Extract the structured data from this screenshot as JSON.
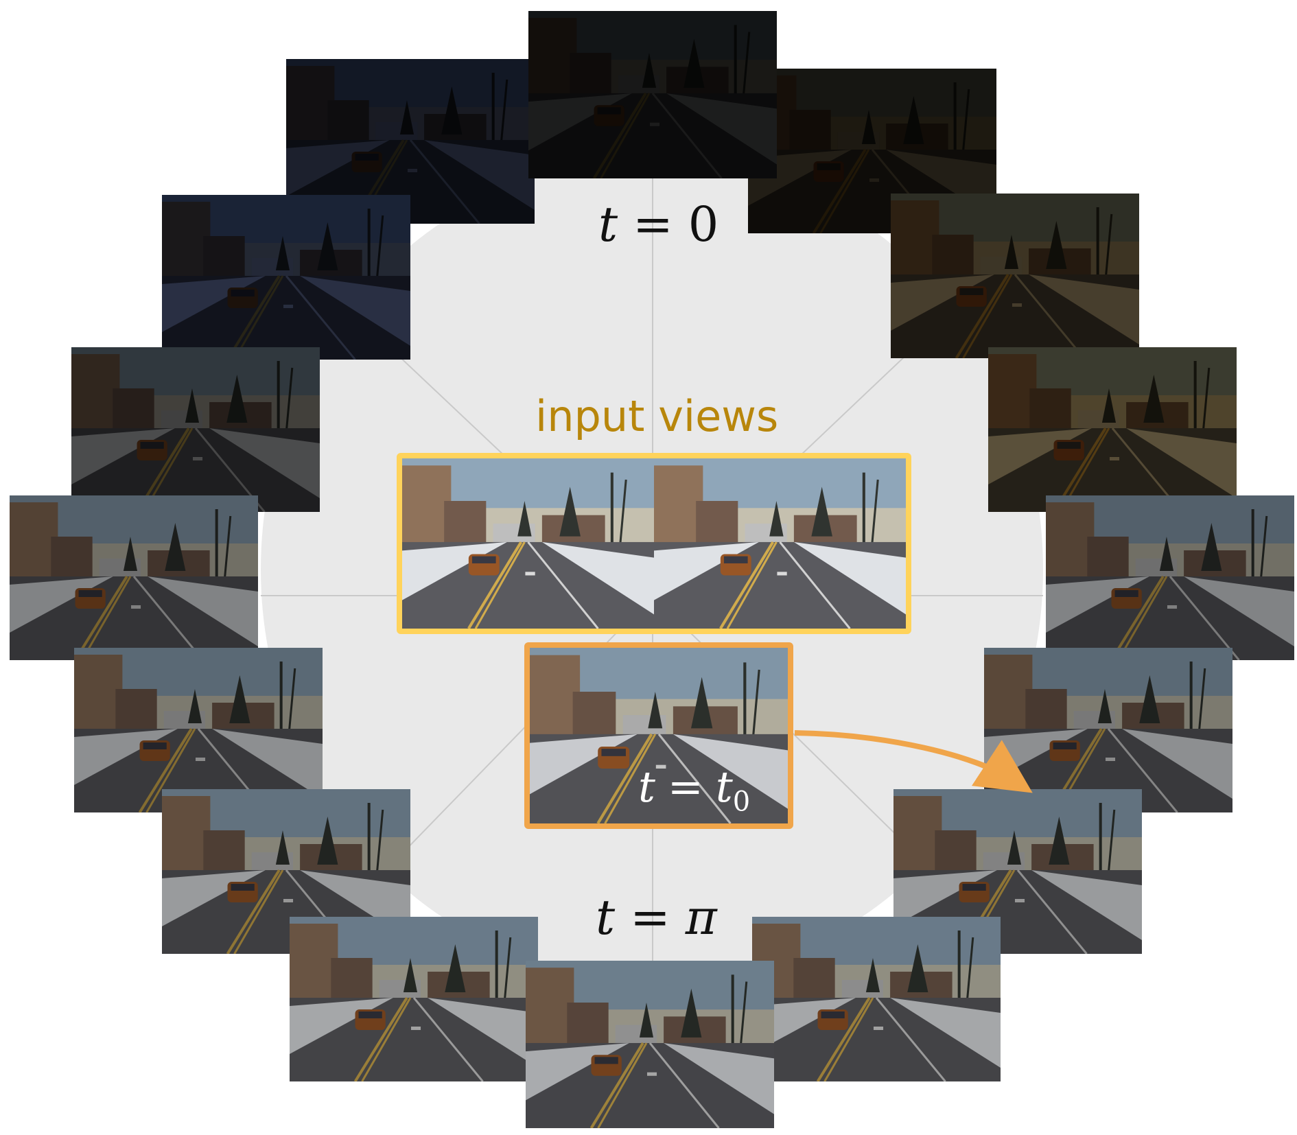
{
  "labels": {
    "top_t": "t",
    "top_eq": "=",
    "top_val": "0",
    "bottom_t": "t",
    "bottom_eq": "=",
    "bottom_val": "π",
    "input_views": "input views",
    "t0_t": "t",
    "t0_eq": "=",
    "t0_var": "t",
    "t0_sub": "0"
  },
  "colors": {
    "input_box": "#ffd35b",
    "t0_box": "#f0a54a",
    "input_text": "#b8860b",
    "arrow": "#f0a54a"
  },
  "thumbnails": [
    {
      "name": "thumb-top-center",
      "brightness": 0.12,
      "tint": "neutral"
    },
    {
      "name": "thumb-top-left",
      "brightness": 0.15,
      "tint": "blue"
    },
    {
      "name": "thumb-top-right",
      "brightness": 0.12,
      "tint": "warm"
    },
    {
      "name": "thumb-upper-left",
      "brightness": 0.22,
      "tint": "blue"
    },
    {
      "name": "thumb-upper-right",
      "brightness": 0.25,
      "tint": "warm"
    },
    {
      "name": "thumb-mid-upper-left",
      "brightness": 0.32,
      "tint": "neutral"
    },
    {
      "name": "thumb-mid-upper-right",
      "brightness": 0.32,
      "tint": "warm"
    },
    {
      "name": "thumb-left",
      "brightness": 0.55,
      "tint": "neutral"
    },
    {
      "name": "thumb-right",
      "brightness": 0.55,
      "tint": "neutral"
    },
    {
      "name": "thumb-mid-lower-left",
      "brightness": 0.6,
      "tint": "neutral"
    },
    {
      "name": "thumb-mid-lower-right",
      "brightness": 0.6,
      "tint": "neutral"
    },
    {
      "name": "thumb-lower-left",
      "brightness": 0.65,
      "tint": "neutral"
    },
    {
      "name": "thumb-lower-right",
      "brightness": 0.65,
      "tint": "neutral"
    },
    {
      "name": "thumb-bottom-left",
      "brightness": 0.7,
      "tint": "neutral"
    },
    {
      "name": "thumb-bottom-right",
      "brightness": 0.7,
      "tint": "neutral"
    },
    {
      "name": "thumb-bottom-center",
      "brightness": 0.72,
      "tint": "neutral"
    }
  ]
}
